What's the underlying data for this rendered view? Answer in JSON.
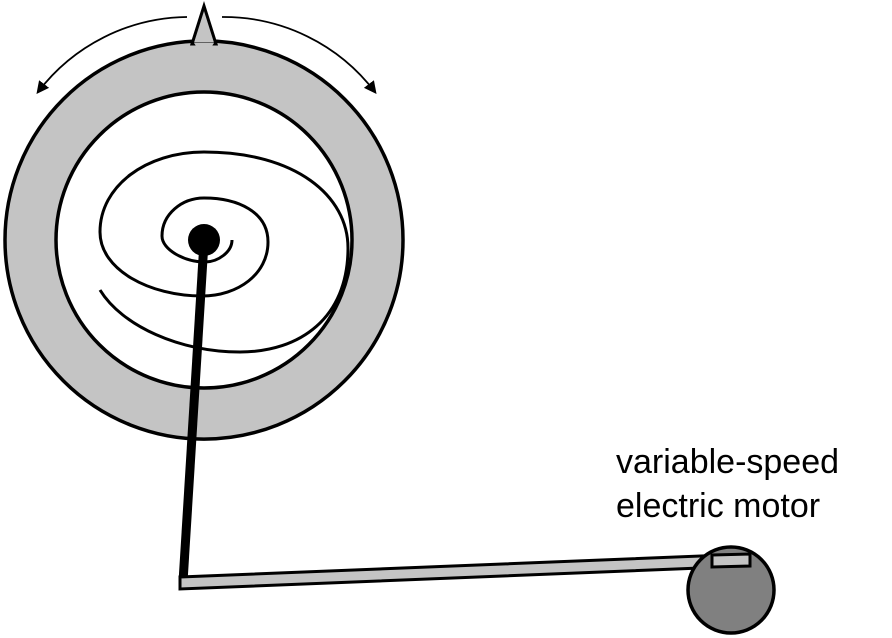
{
  "diagram": {
    "motor_label": {
      "line1": "variable-speed",
      "line2": "electric motor"
    },
    "colors": {
      "ring_fill": "#c4c4c4",
      "outline": "#000000",
      "rod_light": "#c4c4c4",
      "motor_fill": "#808080",
      "background": "#ffffff"
    },
    "icons": {
      "rotation_indicator": "double-headed-curved-arrow",
      "pointer": "triangle-pointer"
    }
  }
}
